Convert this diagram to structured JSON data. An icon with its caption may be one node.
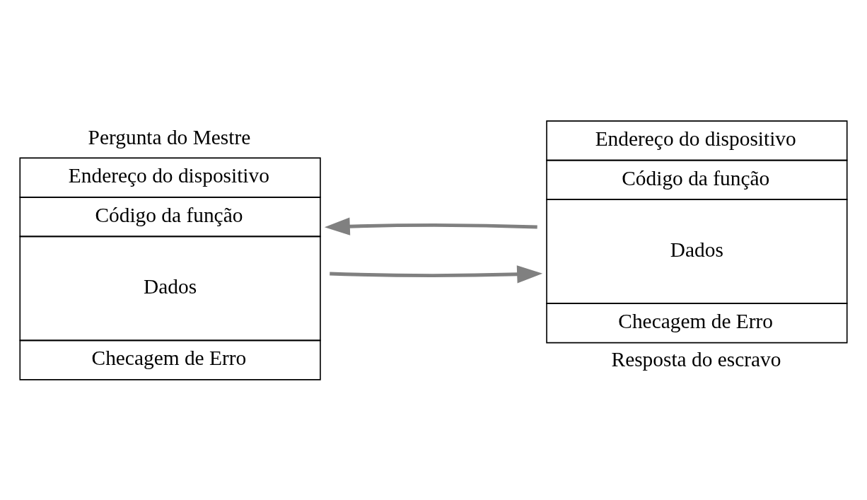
{
  "diagram": {
    "nodes": [
      {
        "text": [
          "Pergunta do Mestre",
          "Endereço do dispositivo",
          "Código da função",
          "Dados",
          "Checagem de Erro"
        ]
      },
      {
        "text": [
          "Endereço do dispositivo",
          "Código da função",
          "Dados",
          "Checagem de Erro",
          "Resposta do escravo"
        ]
      }
    ],
    "edges": [
      {
        "from": 0,
        "to": 1,
        "arrow": "to"
      },
      {
        "from": 1,
        "to": 0,
        "arrow": "to"
      }
    ]
  }
}
